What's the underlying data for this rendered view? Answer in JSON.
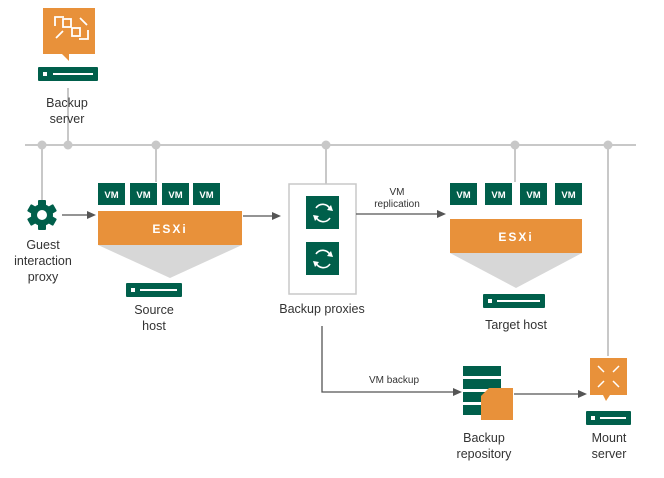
{
  "backup_server": {
    "line1": "Backup",
    "line2": "server"
  },
  "guest_proxy": {
    "line1": "Guest",
    "line2": "interaction",
    "line3": "proxy"
  },
  "source_host": {
    "esxi_label": "ESXi",
    "vms": [
      "VM",
      "VM",
      "VM",
      "VM"
    ],
    "line1": "Source",
    "line2": "host"
  },
  "backup_proxies": {
    "label": "Backup proxies"
  },
  "target_host": {
    "esxi_label": "ESXi",
    "vms": [
      "VM",
      "VM",
      "VM",
      "VM"
    ],
    "label": "Target host"
  },
  "replication_arrow": {
    "line1": "VM",
    "line2": "replication"
  },
  "backup_arrow": {
    "label": "VM backup"
  },
  "backup_repository": {
    "line1": "Backup",
    "line2": "repository"
  },
  "mount_server": {
    "line1": "Mount",
    "line2": "server"
  },
  "colors": {
    "orange": "#e8913a",
    "green": "#005f4b",
    "line": "#c8c8c8",
    "arrow": "#555555",
    "funnel": "#d7d7d7"
  }
}
